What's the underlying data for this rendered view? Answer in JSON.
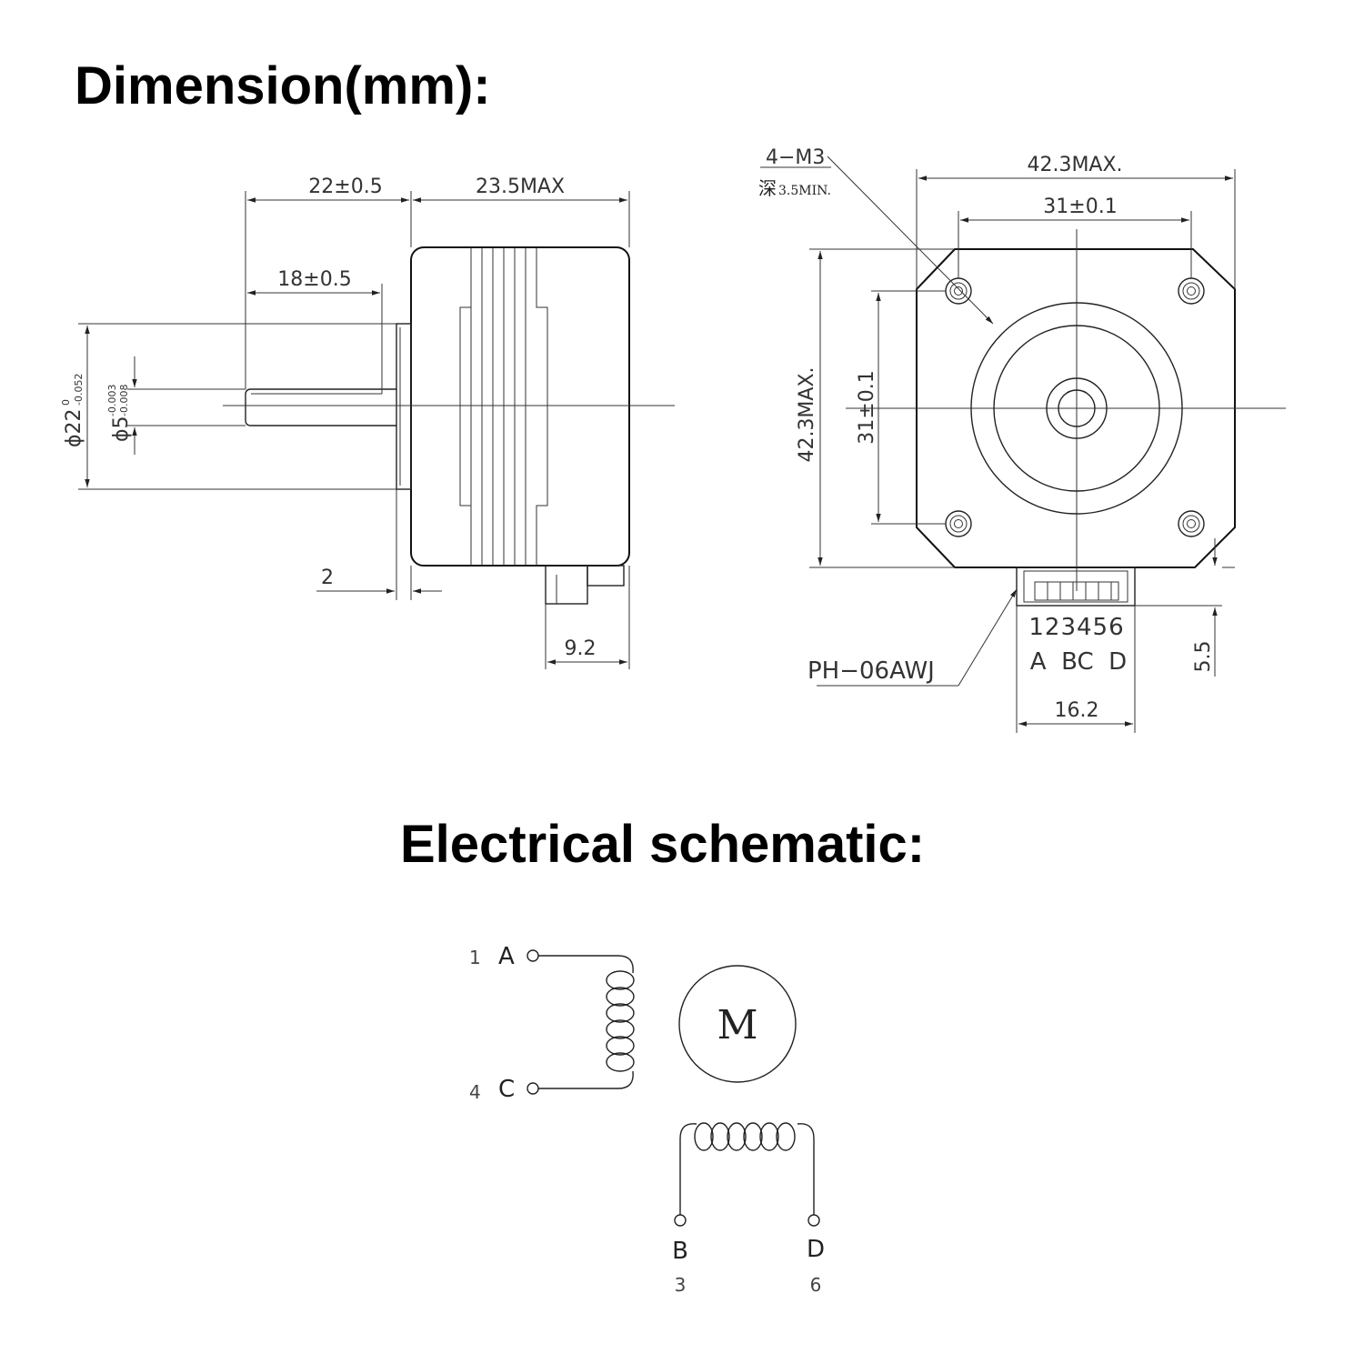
{
  "headings": {
    "dimension": "Dimension(mm):",
    "electrical": "Electrical schematic:"
  },
  "side_view": {
    "shaft_length_total": "22±0.5",
    "body_length": "23.5MAX",
    "shaft_flat_length": "18±0.5",
    "boss_diameter_main": "ϕ22",
    "boss_diameter_tol_upper": "0",
    "boss_diameter_tol_lower": "-0.052",
    "shaft_diameter_main": "ϕ5",
    "shaft_diameter_tol_upper": "-0.003",
    "shaft_diameter_tol_lower": "-0.008",
    "boss_height": "2",
    "connector_offset": "9.2"
  },
  "front_view": {
    "screw_spec": "4−M3",
    "screw_depth_char": "深",
    "screw_depth": "3.5MIN.",
    "width_max": "42.3MAX.",
    "hole_spacing_h": "31±0.1",
    "height_max": "42.3MAX.",
    "hole_spacing_v": "31±0.1",
    "connector_model": "PH−06AWJ",
    "pin_numbers": "123456",
    "pin_letters": "A  BC  D",
    "connector_width": "16.2",
    "connector_height": "5.5"
  },
  "schematic": {
    "motor_label": "M",
    "coil_a_top_pin_num": "1",
    "coil_a_top_pin": "A",
    "coil_a_bottom_pin_num": "4",
    "coil_a_bottom_pin": "C",
    "coil_b_left_pin": "B",
    "coil_b_left_pin_num": "3",
    "coil_b_right_pin": "D",
    "coil_b_right_pin_num": "6"
  }
}
